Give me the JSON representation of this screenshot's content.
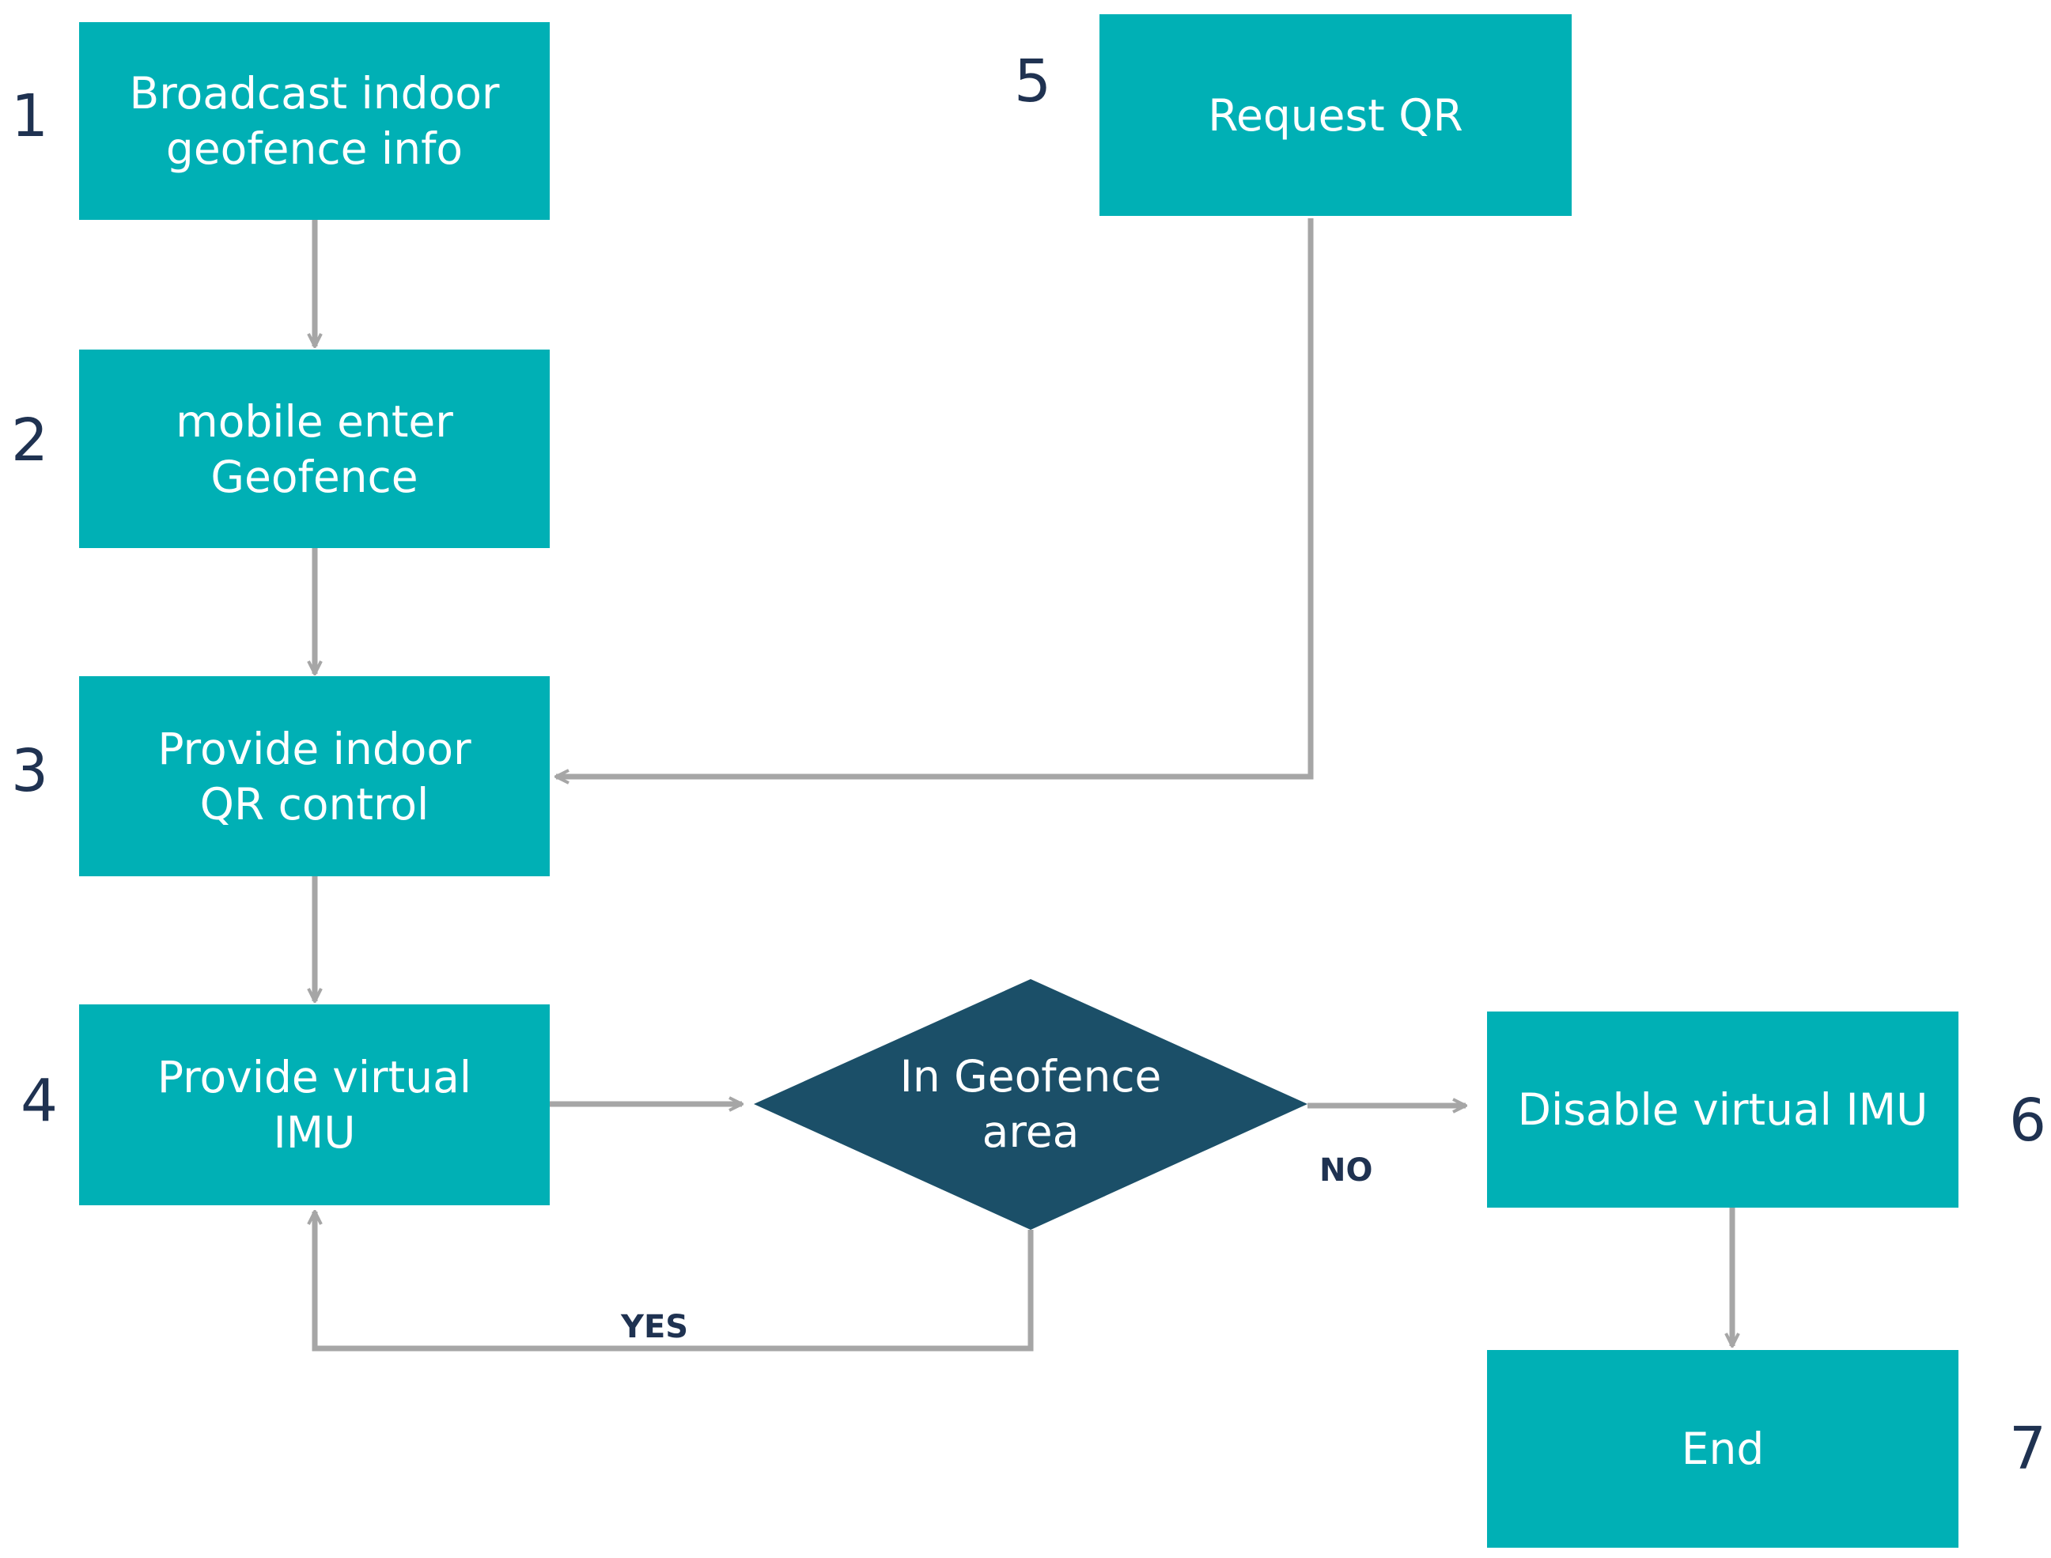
{
  "colors": {
    "box_fill": "#00b0b5",
    "decision_fill": "#1b4f68",
    "box_text": "#ffffff",
    "step_number": "#1f3251",
    "connector": "#a6a6a6"
  },
  "nodes": {
    "broadcast": {
      "label": "Broadcast indoor\ngeofence info",
      "step": "1"
    },
    "enter": {
      "label": "mobile enter\nGeofence",
      "step": "2"
    },
    "qr_control": {
      "label": "Provide indoor\nQR control",
      "step": "3"
    },
    "virtual_imu": {
      "label": "Provide virtual\nIMU",
      "step": "4"
    },
    "request_qr": {
      "label": "Request QR",
      "step": "5"
    },
    "disable_imu": {
      "label": "Disable virtual IMU",
      "step": "6"
    },
    "end": {
      "label": "End",
      "step": "7"
    },
    "decision": {
      "label": "In Geofence\narea"
    }
  },
  "edges": {
    "yes_label": "YES",
    "no_label": "NO"
  }
}
